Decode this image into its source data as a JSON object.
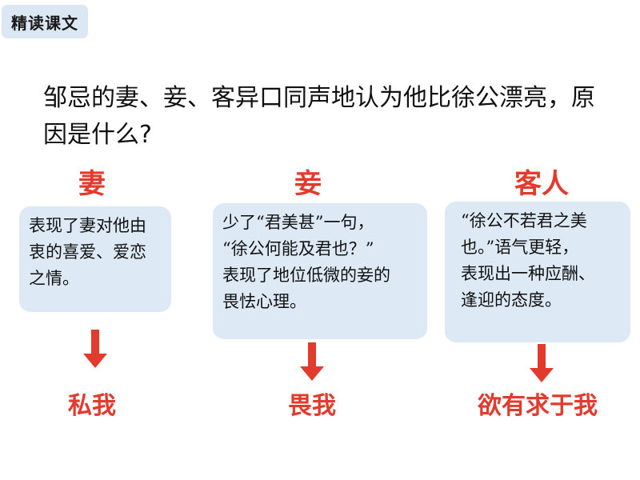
{
  "section_tag": "精读课文",
  "question": "邹忌的妻、妾、客异口同声地认为他比徐公漂亮，原因是什么?",
  "columns": [
    {
      "heading": "妻",
      "explanation": "表现了妻对他由\n衷的喜爱、爱恋\n之情。",
      "conclusion": "私我"
    },
    {
      "heading": "妾",
      "explanation": "少了“君美甚”一句，\n“徐公何能及君也？”\n表现了地位低微的妾的\n畏怯心理。",
      "conclusion": "畏我"
    },
    {
      "heading": "客人",
      "explanation": "“徐公不若君之美\n也。”语气更轻，\n表现出一种应酬、\n逢迎的态度。",
      "conclusion": "欲有求于我"
    }
  ],
  "colors": {
    "accent_red": "#e23b2e",
    "box_blue": "#dde9f5",
    "tag_blue": "#dbe7f3"
  }
}
